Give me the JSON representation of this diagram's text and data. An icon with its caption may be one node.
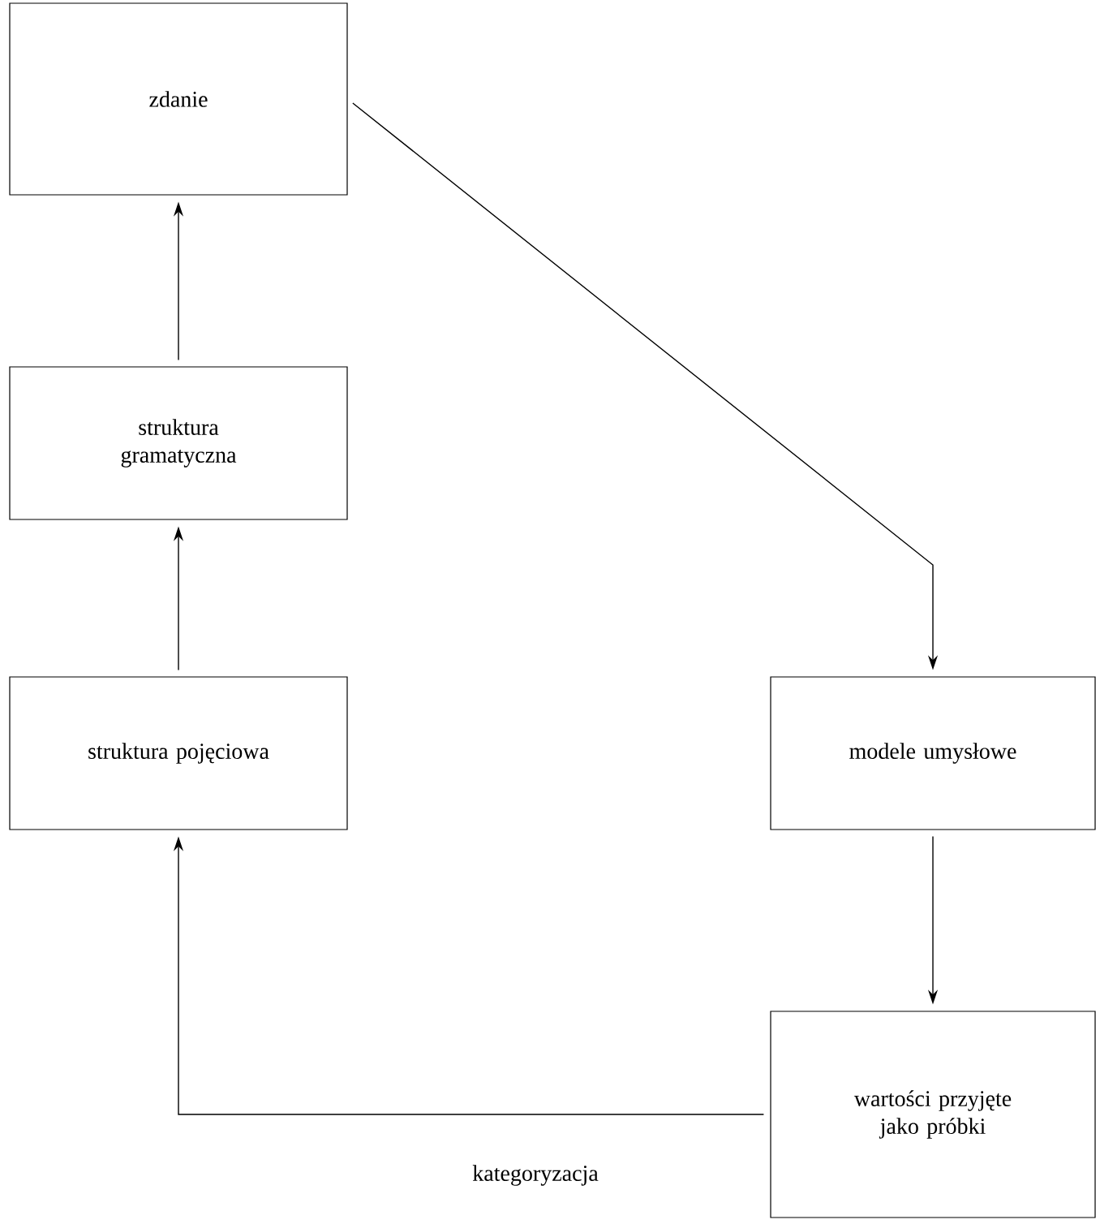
{
  "diagram": {
    "nodes": [
      {
        "text": [
          "zdanie"
        ]
      },
      {
        "text": [
          "struktura gramatyczna"
        ]
      },
      {
        "text": [
          "struktura pojęciowa"
        ]
      },
      {
        "text": [
          "modele umysłowe"
        ]
      },
      {
        "text": [
          "wartości przyjęte jako próbki"
        ]
      }
    ],
    "edges": [
      {
        "from": 1,
        "to": 0,
        "arrow": "to"
      },
      {
        "from": 2,
        "to": 1,
        "arrow": "to"
      },
      {
        "from": 0,
        "to": 3,
        "arrow": "to"
      },
      {
        "from": 3,
        "to": 4,
        "arrow": "to"
      },
      {
        "from": 4,
        "to": 2,
        "arrow": "to",
        "label": "kategoryzacja"
      }
    ]
  }
}
